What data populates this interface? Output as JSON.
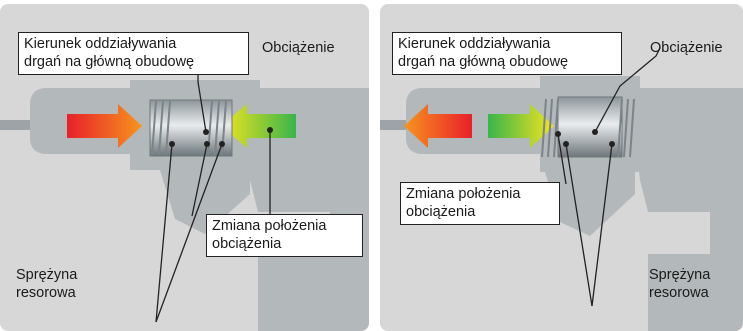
{
  "colors": {
    "panel_bg": "#d7d7d7",
    "tool_body": "#b3b8ba",
    "arrow_red_to_orange": [
      "#e8202a",
      "#f7941d"
    ],
    "arrow_green_to_yellow": [
      "#39b54a",
      "#f2e51f"
    ]
  },
  "left_panel": {
    "direction_label": [
      "Kierunek oddziaływania",
      "drgań na główną obudowę"
    ],
    "load_label": "Obciążenie",
    "position_change_label": [
      "Zmiana położenia",
      "obciążenia"
    ],
    "spring_label": [
      "Sprężyna",
      "resorowa"
    ]
  },
  "right_panel": {
    "direction_label": [
      "Kierunek oddziaływania",
      "drgań na główną obudowę"
    ],
    "load_label": "Obciążenie",
    "position_change_label": [
      "Zmiana położenia",
      "obciążenia"
    ],
    "spring_label": [
      "Sprężyna",
      "resorowa"
    ]
  }
}
